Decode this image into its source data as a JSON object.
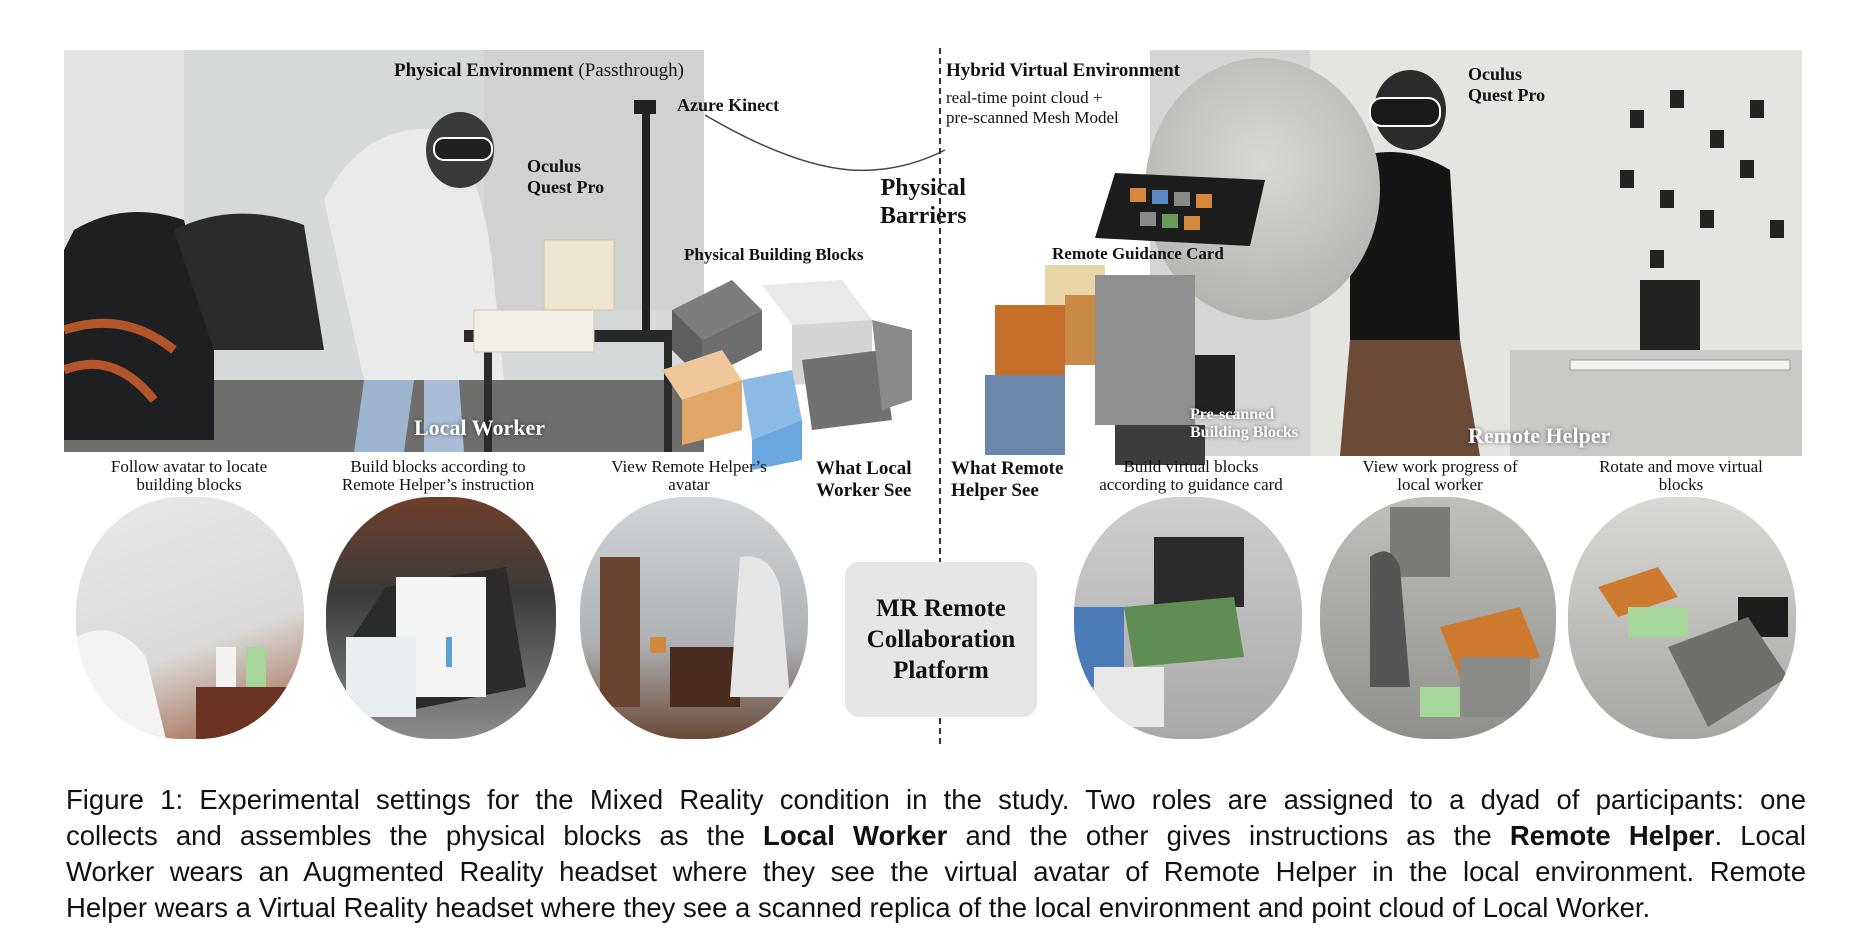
{
  "labels": {
    "physical_env_bold": "Physical Environment",
    "physical_env_paren": "(Passthrough)",
    "azure_kinect": "Azure Kinect",
    "oculus_left_1": "Oculus",
    "oculus_left_2": "Quest Pro",
    "physical_barriers_1": "Physical",
    "physical_barriers_2": "Barriers",
    "physical_blocks": "Physical Building Blocks",
    "local_worker": "Local Worker",
    "hybrid_env": "Hybrid Virtual Environment",
    "hybrid_sub_1": "real-time point cloud +",
    "hybrid_sub_2": "pre-scanned Mesh Model",
    "oculus_right_1": "Oculus",
    "oculus_right_2": "Quest Pro",
    "guidance_card": "Remote Guidance Card",
    "prescanned_1": "Pre-scanned",
    "prescanned_2": "Building Blocks",
    "remote_helper": "Remote Helper",
    "what_local_1": "What Local",
    "what_local_2": "Worker See",
    "what_remote_1": "What Remote",
    "what_remote_2": "Helper See"
  },
  "views": {
    "v1": [
      "Follow avatar to locate",
      "building blocks"
    ],
    "v2": [
      "Build blocks according to",
      "Remote Helper’s instruction"
    ],
    "v3": [
      "View Remote Helper’s",
      "avatar"
    ],
    "v4": [
      "Build virtual blocks",
      "according to guidance card"
    ],
    "v5": [
      "View work progress of",
      "local worker"
    ],
    "v6": [
      "Rotate and move virtual",
      "blocks"
    ]
  },
  "platform": [
    "MR Remote",
    "Collaboration",
    "Platform"
  ],
  "caption": {
    "l1": "Figure 1: Experimental settings for the Mixed Reality condition in the study. Two roles are assigned to a dyad of participants: one",
    "l2a": "collects and assembles the physical blocks as the",
    "l2b": "Local Worker",
    "l2c": "and the other gives instructions as the",
    "l2d": "Remote Helper",
    "l2e": ". Local",
    "l3": "Worker wears an Augmented Reality headset where they see the virtual avatar of Remote Helper in the local environment. Remote",
    "l4": "Helper wears a Virtual Reality headset where they see a scanned replica of the local environment and point cloud of Local Worker."
  }
}
